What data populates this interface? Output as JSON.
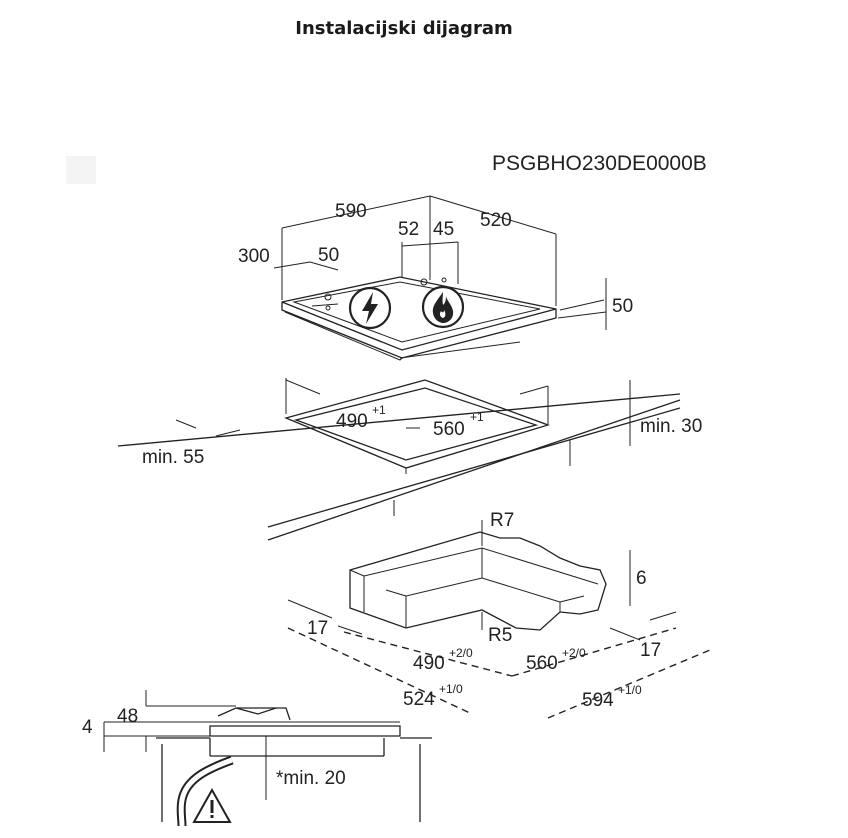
{
  "title": "Instalacijski dijagram",
  "model_code": "PSGBHO230DE0000B",
  "hob": {
    "width": "590",
    "depth": "520",
    "left_offset": "300",
    "left_gas_offset": "50",
    "center_a": "52",
    "center_b": "45",
    "height": "50"
  },
  "cutout": {
    "depth": "490",
    "depth_tol": "+1",
    "width": "560",
    "width_tol": "+1",
    "min_front": "min. 55",
    "min_wall": "min. 30"
  },
  "frame": {
    "radius_outer": "R7",
    "radius_inner": "R5",
    "thickness": "6",
    "border_left": "17",
    "border_right": "17",
    "inner_depth": "490",
    "inner_depth_tol": "+2/0",
    "inner_width": "560",
    "inner_width_tol": "+2/0",
    "outer_depth": "524",
    "outer_depth_tol": "+1/0",
    "outer_width": "594",
    "outer_width_tol": "+1/0"
  },
  "section": {
    "top_height": "48",
    "glass_thickness": "4",
    "min_clearance": "*min. 20"
  },
  "icons": [
    "electric-bolt-icon",
    "gas-flame-icon",
    "warning-triangle-icon"
  ]
}
